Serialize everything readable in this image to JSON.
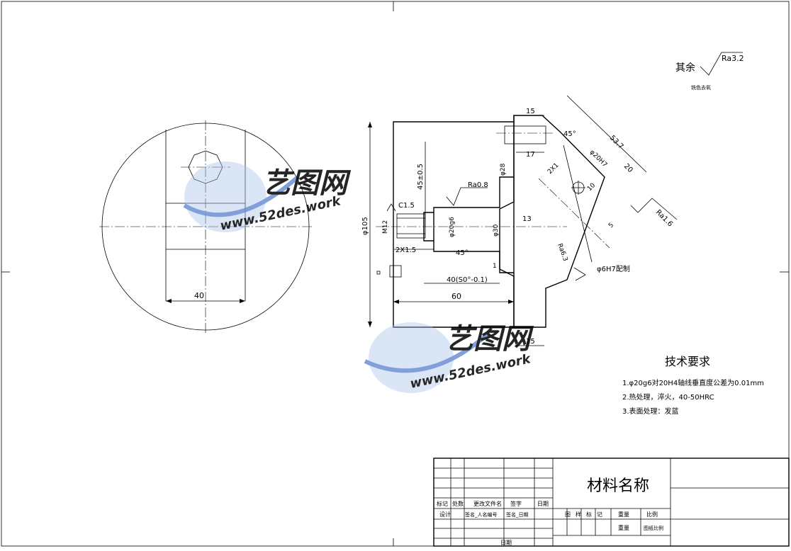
{
  "surface_note": {
    "label": "其余",
    "roughness": "Ra3.2",
    "process": "铣色去氧"
  },
  "left_view": {
    "dim_width": "40"
  },
  "main_view": {
    "dims": {
      "top_15": "15",
      "dim_17": "17",
      "angle_45_top": "45°",
      "dim_53_7": "53.7",
      "dim_20": "20",
      "phi_20H7": "φ20H7",
      "dim_2x1": "2X1",
      "dim_10": "10",
      "ra_1_6": "Ra1.6",
      "dim_5": "5",
      "phi_6H7": "φ6H7配制",
      "dim_13": "13",
      "phi_30": "φ30",
      "phi_28": "φ28",
      "phi_20g6": "φ20g6",
      "ra_0_8": "Ra0.8",
      "dim_45_05": "45±0.5",
      "phi_105": "φ105",
      "c1_5": "C1.5",
      "m12": "M12",
      "dim_2x1_5": "2X1.5",
      "angle_45_bottom": "45°",
      "dim_40_thread": "40(S0°-0.1)",
      "dim_1": "1",
      "dim_60": "60",
      "bottom_15": "15",
      "ra_6_3": "Ra6.3"
    }
  },
  "watermark": {
    "brand": "艺图网",
    "url": "www.52des.work"
  },
  "tech_req": {
    "title": "技术要求",
    "items": [
      "1.φ20g6对20H4轴线垂直度公差为0.01mm",
      "2.热处理，淬火，40-50HRC",
      "3.表面处理：发蓝"
    ]
  },
  "title_block": {
    "material": "材料名称",
    "row_labels": [
      "标记",
      "处数",
      "更改文件名",
      "签字",
      "日期"
    ],
    "row2_labels": [
      "设计",
      "签名_人名编号",
      "签名_日期"
    ],
    "stage_labels": [
      "图",
      "样",
      "标",
      "记"
    ],
    "weight": "重量",
    "scale": "比例",
    "weight2": "重量",
    "scale2": "图纸比例",
    "date_label": "日期"
  },
  "colors": {
    "line": "#000000",
    "wm_blue": "#6d8fd4",
    "wm_light": "#a9c3ec"
  }
}
